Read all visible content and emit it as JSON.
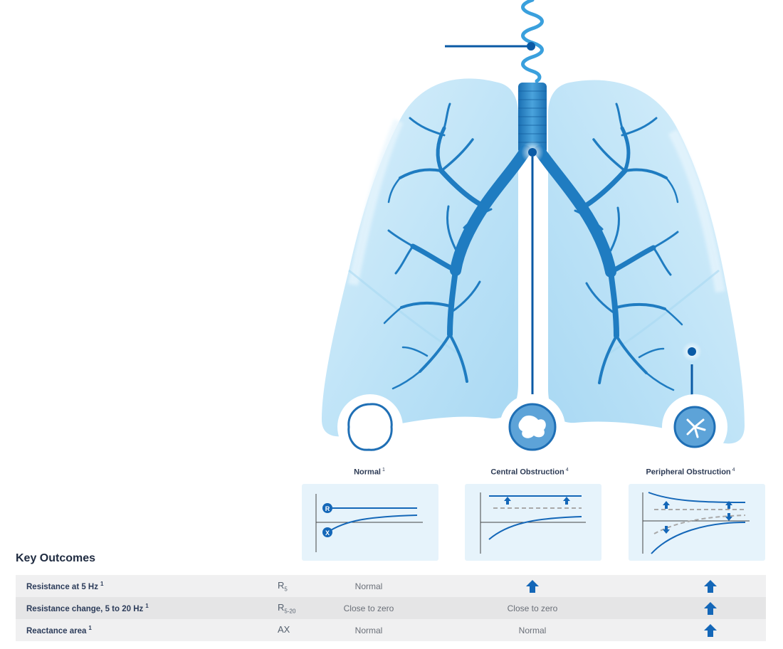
{
  "colors": {
    "lung_fill": "#bfe3f7",
    "bronchi": "#1f7cc1",
    "accent": "#0a5aa5",
    "graph_bg": "#e6f3fb",
    "arrow": "#1467b8",
    "dashed": "#a9a9a9"
  },
  "conditions": [
    {
      "label": "Normal",
      "ref": "1",
      "icon": "normal-airway-icon"
    },
    {
      "label": "Central Obstruction",
      "ref": "4",
      "icon": "central-obstruction-airway-icon"
    },
    {
      "label": "Peripheral Obstruction",
      "ref": "4",
      "icon": "peripheral-obstruction-airway-icon"
    }
  ],
  "graph_markers": {
    "r": "R",
    "x": "X"
  },
  "key_outcomes": {
    "title": "Key Outcomes",
    "rows": [
      {
        "name": "Resistance at 5 Hz",
        "ref": "1",
        "symbol": "R",
        "symbol_sub": "5",
        "normal": "Normal",
        "central": "up-arrow-icon",
        "peripheral": "up-arrow-icon"
      },
      {
        "name": "Resistance change, 5 to 20 Hz",
        "ref": "1",
        "symbol": "R",
        "symbol_sub": "5-20",
        "normal": "Close to zero",
        "central": "Close to zero",
        "peripheral": "up-arrow-icon"
      },
      {
        "name": "Reactance area",
        "ref": "1",
        "symbol": "AX",
        "symbol_sub": "",
        "normal": "Normal",
        "central": "Normal",
        "peripheral": "up-arrow-icon"
      }
    ]
  }
}
